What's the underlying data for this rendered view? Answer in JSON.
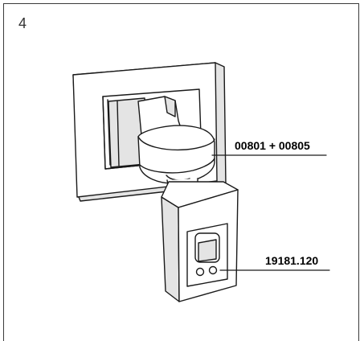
{
  "figure": {
    "number": "4"
  },
  "labels": {
    "sensor": "00801 + 00805",
    "switch_unit": "19181.120"
  },
  "colors": {
    "line": "#1a1a1a",
    "paper": "#ffffff",
    "shade": "#e4e4e4"
  }
}
